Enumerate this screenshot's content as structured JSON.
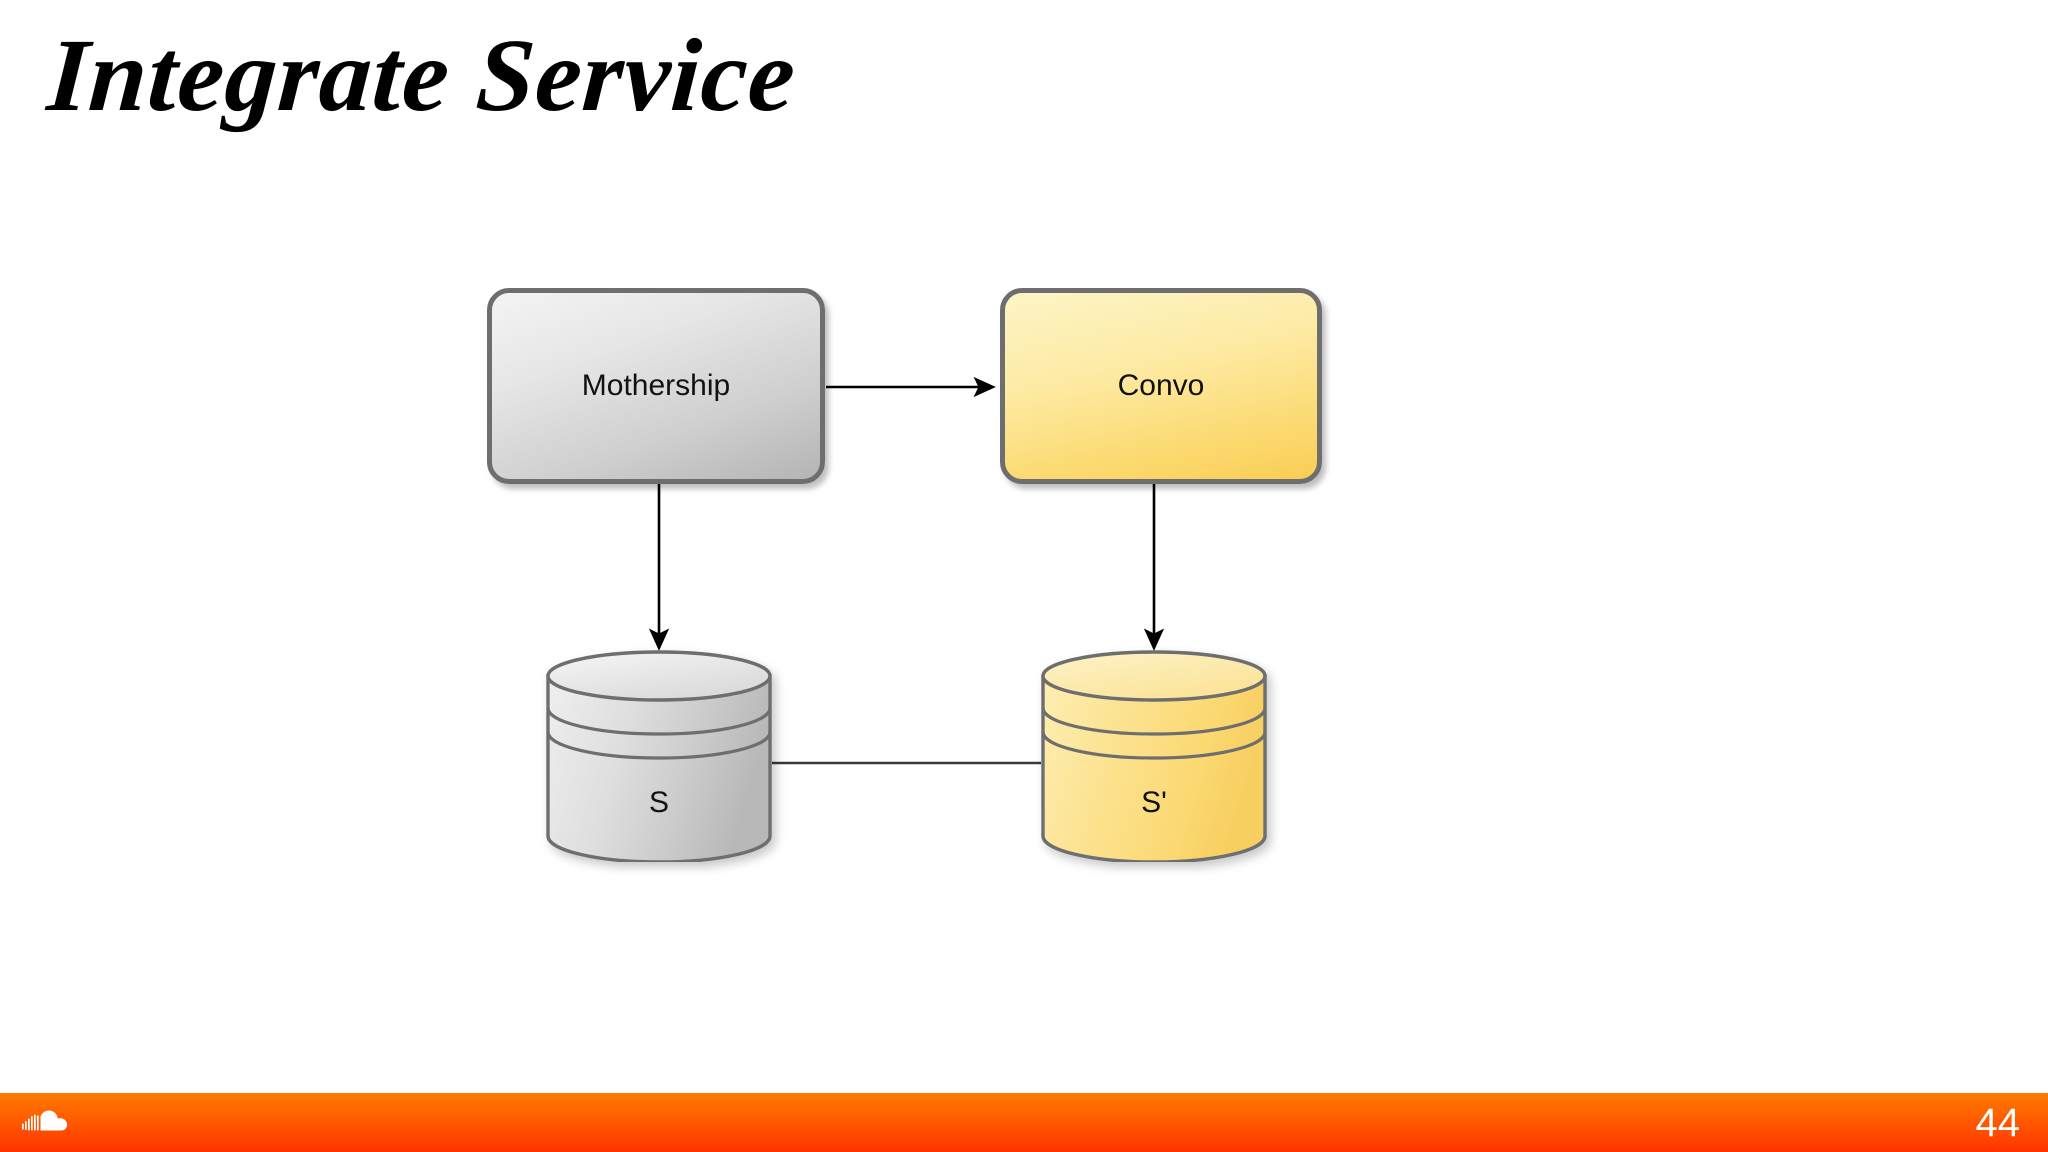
{
  "slide": {
    "title": "Integrate Service",
    "page_number": "44",
    "background_color": "#ffffff"
  },
  "diagram": {
    "type": "flow-diagram",
    "nodes": [
      {
        "id": "mothership",
        "label": "Mothership",
        "shape": "rounded-rectangle",
        "fill": "gray",
        "fill_color": "#d6d6d6",
        "border_color": "#6e6e6e"
      },
      {
        "id": "convo",
        "label": "Convo",
        "shape": "rounded-rectangle",
        "fill": "yellow",
        "fill_color": "#fcd96f",
        "border_color": "#6e6e6e"
      },
      {
        "id": "s",
        "label": "S",
        "shape": "cylinder",
        "fill": "gray",
        "fill_color": "#d2d2d2",
        "border_color": "#6e6e6e"
      },
      {
        "id": "s-prime",
        "label": "S'",
        "shape": "cylinder",
        "fill": "yellow",
        "fill_color": "#fcdd80",
        "border_color": "#6e6e6e"
      }
    ],
    "edges": [
      {
        "from": "mothership",
        "to": "convo",
        "style": "arrow",
        "direction": "right"
      },
      {
        "from": "mothership",
        "to": "s",
        "style": "arrow",
        "direction": "down"
      },
      {
        "from": "convo",
        "to": "s-prime",
        "style": "arrow",
        "direction": "down"
      },
      {
        "from": "s",
        "to": "s-prime",
        "style": "line",
        "direction": "none"
      }
    ]
  },
  "footer": {
    "logo_name": "soundcloud-logo",
    "page_number": "44",
    "color_top": "#ff7a00",
    "color_bottom": "#ff3300"
  }
}
